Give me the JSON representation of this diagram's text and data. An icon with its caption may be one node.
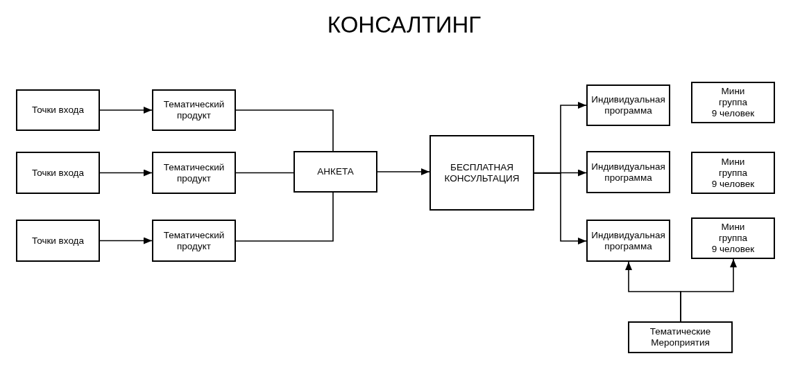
{
  "diagram": {
    "title": "КОНСАЛТИНГ",
    "nodes": [
      {
        "text": [
          "Точки входа"
        ]
      },
      {
        "text": [
          "Тематический продукт"
        ]
      },
      {
        "text": [
          "Точки входа"
        ]
      },
      {
        "text": [
          "Тематический продукт"
        ]
      },
      {
        "text": [
          "Точки входа"
        ]
      },
      {
        "text": [
          "Тематический продукт"
        ]
      },
      {
        "text": [
          "АНКЕТА"
        ]
      },
      {
        "text": [
          "БЕСПЛАТНАЯ КОНСУЛЬТАЦИЯ"
        ]
      },
      {
        "text": [
          "Индивидуальная программа"
        ]
      },
      {
        "text": [
          "Мини группа",
          "9 человек"
        ]
      },
      {
        "text": [
          "Индивидуальная программа"
        ]
      },
      {
        "text": [
          "Мини группа",
          "9 человек"
        ]
      },
      {
        "text": [
          "Индивидуальная программа"
        ]
      },
      {
        "text": [
          "Мини группа",
          "9 человек"
        ]
      },
      {
        "text": [
          "Тематические Мероприятия"
        ]
      }
    ],
    "edges": [
      {
        "from": 0,
        "to": 1,
        "arrow": "to"
      },
      {
        "from": 2,
        "to": 3,
        "arrow": "to"
      },
      {
        "from": 4,
        "to": 5,
        "arrow": "to"
      },
      {
        "from": 1,
        "to": 6,
        "arrow": "none"
      },
      {
        "from": 3,
        "to": 6,
        "arrow": "none"
      },
      {
        "from": 5,
        "to": 6,
        "arrow": "none"
      },
      {
        "from": 6,
        "to": 7,
        "arrow": "to"
      },
      {
        "from": 7,
        "to": 8,
        "arrow": "to"
      },
      {
        "from": 7,
        "to": 10,
        "arrow": "to"
      },
      {
        "from": 7,
        "to": 12,
        "arrow": "to"
      },
      {
        "from": 14,
        "to": 12,
        "arrow": "to"
      },
      {
        "from": 14,
        "to": 13,
        "arrow": "to"
      }
    ]
  }
}
